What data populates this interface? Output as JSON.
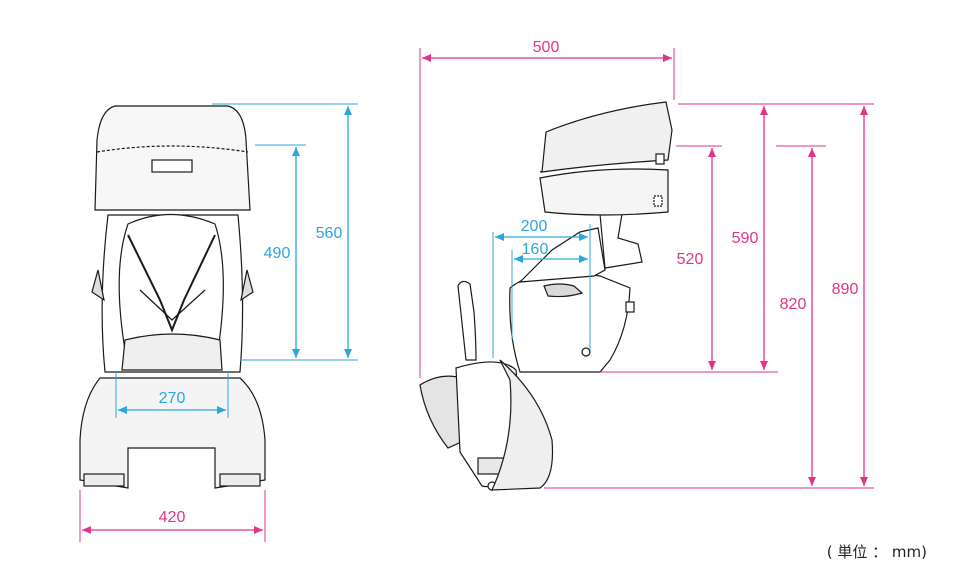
{
  "colors": {
    "magenta": "#e0338a",
    "cyan": "#2aa6dd",
    "outline": "#1a1a1a",
    "fill_light": "#ffffff",
    "fill_shade": "#f2f2f2"
  },
  "front_view": {
    "dim_width_total": "420",
    "dim_width_seat": "270",
    "dim_height_seat": "490",
    "dim_height_total": "560"
  },
  "side_view": {
    "dim_depth_total": "500",
    "dim_depth_seat_outer": "200",
    "dim_depth_seat_inner": "160",
    "dim_height_520": "520",
    "dim_height_590": "590",
    "dim_height_820": "820",
    "dim_height_890": "890"
  },
  "unit_note": "( 単位 ： mm)"
}
